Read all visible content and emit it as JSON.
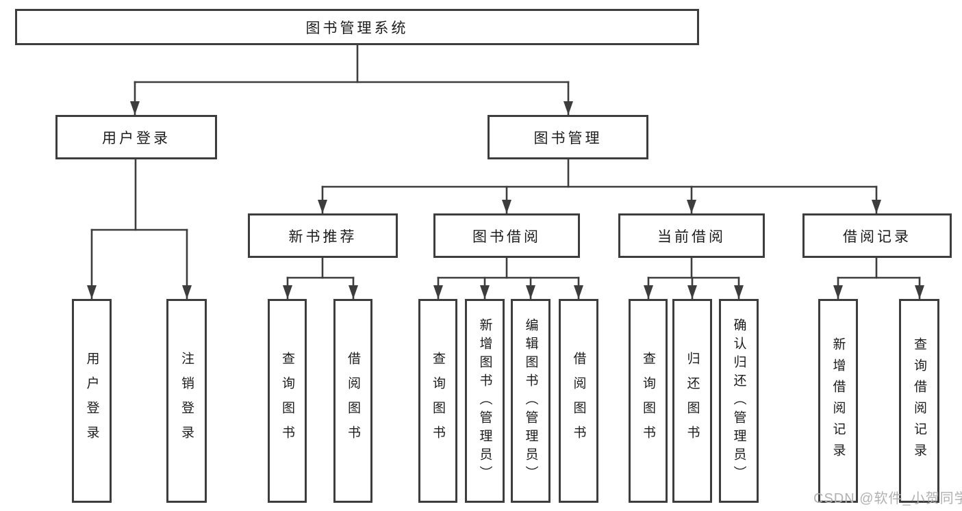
{
  "diagram_title": "图书管理系统",
  "colors": {
    "background": "#ffffff",
    "line": "#3d3d3d",
    "box_border": "#3d3d3d",
    "text": "#1c1c1c",
    "watermark": "#b1b1b1"
  },
  "root": {
    "label": "图书管理系统"
  },
  "level2": [
    {
      "label": "用户登录"
    },
    {
      "label": "图书管理"
    }
  ],
  "level3": [
    {
      "label": "新书推荐",
      "parent": "图书管理"
    },
    {
      "label": "图书借阅",
      "parent": "图书管理"
    },
    {
      "label": "当前借阅",
      "parent": "图书管理"
    },
    {
      "label": "借阅记录",
      "parent": "图书管理"
    }
  ],
  "leaves": [
    {
      "label": "用户登录",
      "parent": "用户登录"
    },
    {
      "label": "注销登录",
      "parent": "用户登录"
    },
    {
      "label": "查询图书",
      "parent": "新书推荐"
    },
    {
      "label": "借阅图书",
      "parent": "新书推荐"
    },
    {
      "label": "查询图书",
      "parent": "图书借阅"
    },
    {
      "label": "新增图书（管理员）",
      "parent": "图书借阅"
    },
    {
      "label": "编辑图书（管理员）",
      "parent": "图书借阅"
    },
    {
      "label": "借阅图书",
      "parent": "图书借阅"
    },
    {
      "label": "查询图书",
      "parent": "当前借阅"
    },
    {
      "label": "归还图书",
      "parent": "当前借阅"
    },
    {
      "label": "确认归还（管理员）",
      "parent": "当前借阅"
    },
    {
      "label": "新增借阅记录",
      "parent": "借阅记录"
    },
    {
      "label": "查询借阅记录",
      "parent": "借阅记录"
    }
  ],
  "watermark": "CSDN @软件_小贺同学"
}
